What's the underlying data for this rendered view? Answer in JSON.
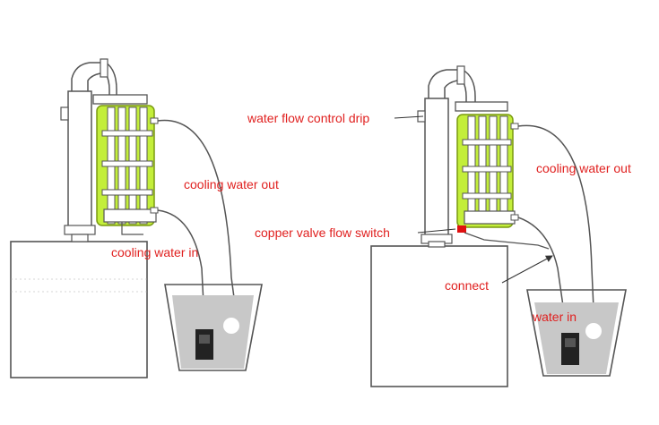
{
  "colors": {
    "label_text": "#e0201f",
    "coil": "#c3ee3a",
    "coil_outline": "#7a9a10",
    "line": "#555555",
    "water": "#c8c8c8",
    "background": "#ffffff",
    "valve": "#e01010"
  },
  "left_setup": {
    "labels": {
      "cooling_out": "cooling water out",
      "cooling_in": "cooling water in"
    }
  },
  "right_setup": {
    "labels": {
      "water_flow_control_drip": "water flow control drip",
      "cooling_out": "cooling water out",
      "copper_valve": "copper valve flow switch",
      "connect": "connect",
      "water_in": "water in"
    }
  }
}
